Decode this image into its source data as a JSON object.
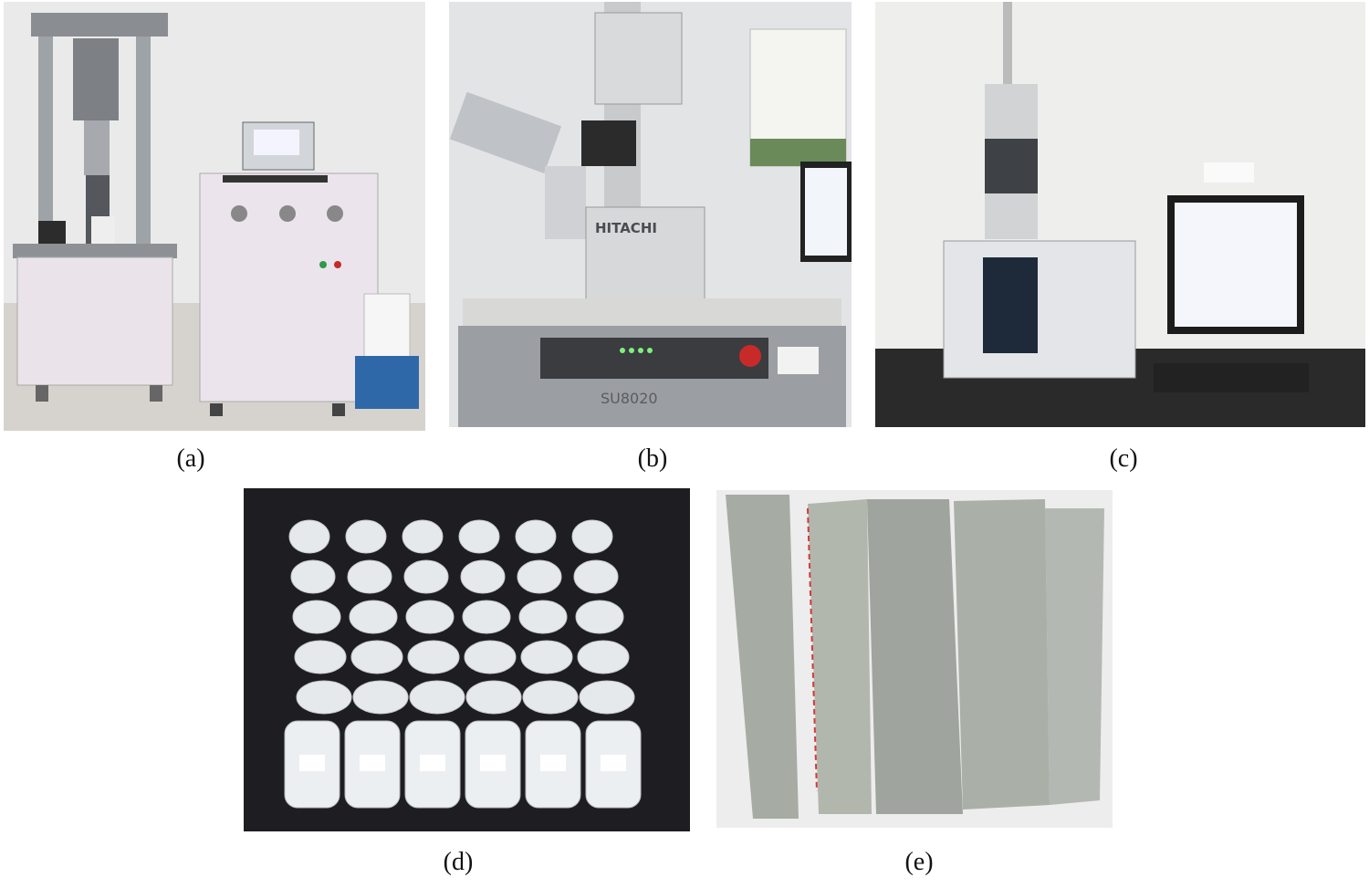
{
  "figure": {
    "panels": [
      {
        "id": "a",
        "caption": "(a)",
        "subject": "loading-frame-and-control-cabinet"
      },
      {
        "id": "b",
        "caption": "(b)",
        "subject": "scanning-electron-microscope",
        "label_brand": "HITACHI",
        "label_model": "SU8020"
      },
      {
        "id": "c",
        "caption": "(c)",
        "subject": "analyzer-with-computer"
      },
      {
        "id": "d",
        "caption": "(d)",
        "subject": "sample-bottles"
      },
      {
        "id": "e",
        "caption": "(e)",
        "subject": "powder-sample-bags"
      }
    ]
  },
  "colors": {
    "background": "#ffffff",
    "cabinet": "#ece4ec",
    "dark_backdrop": "#1e1e22",
    "powder": "#aab0a8",
    "seal_red": "#d03a3a"
  }
}
